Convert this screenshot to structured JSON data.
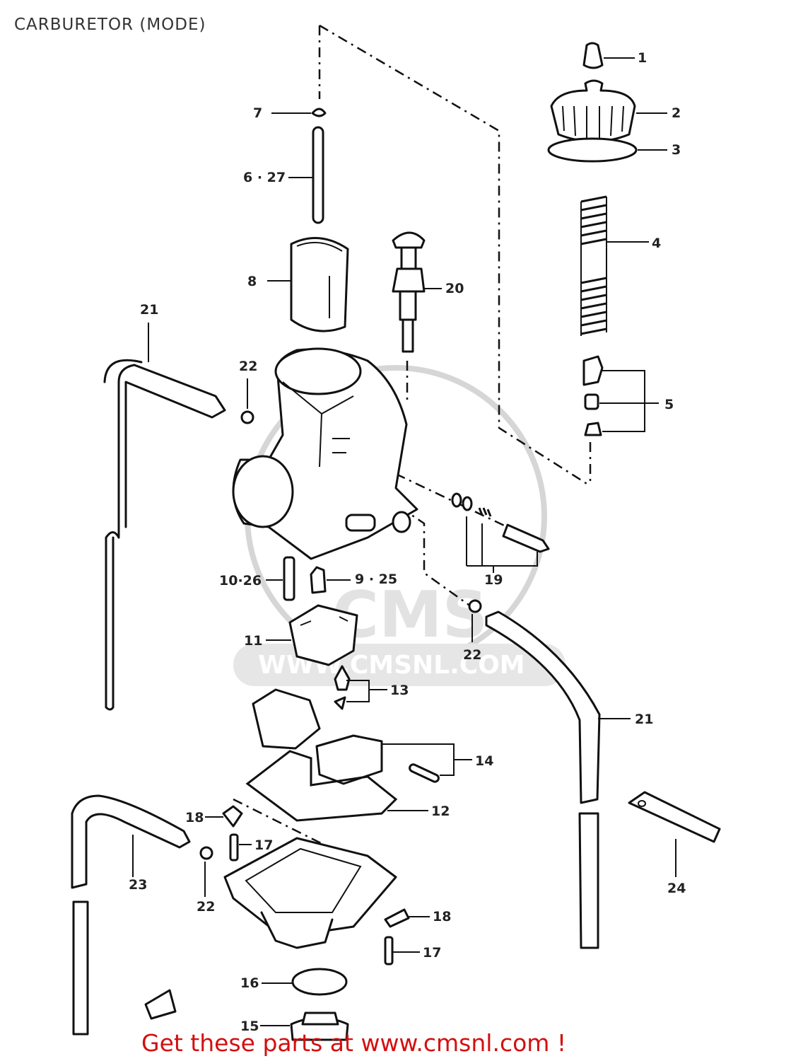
{
  "page": {
    "title": "CARBURETOR (MODE)",
    "footer_text": "Get these parts at www.cmsnl.com !",
    "footer_color": "#d40f0f",
    "watermark_brand": "CMS",
    "watermark_url": "WWW.CMSNL.COM"
  },
  "callouts": {
    "c1": "1",
    "c2": "2",
    "c3": "3",
    "c4": "4",
    "c5": "5",
    "c7": "7",
    "c6_27": "6 · 27",
    "c8": "8",
    "c20": "20",
    "c21a": "21",
    "c22a": "22",
    "c19": "19",
    "c10_26": "10·26",
    "c9_25": "9 · 25",
    "c22b": "22",
    "c11": "11",
    "c13": "13",
    "c21b": "21",
    "c14": "14",
    "c12": "12",
    "c18a": "18",
    "c17a": "17",
    "c23": "23",
    "c22c": "22",
    "c24": "24",
    "c18b": "18",
    "c17b": "17",
    "c16": "16",
    "c15": "15"
  }
}
